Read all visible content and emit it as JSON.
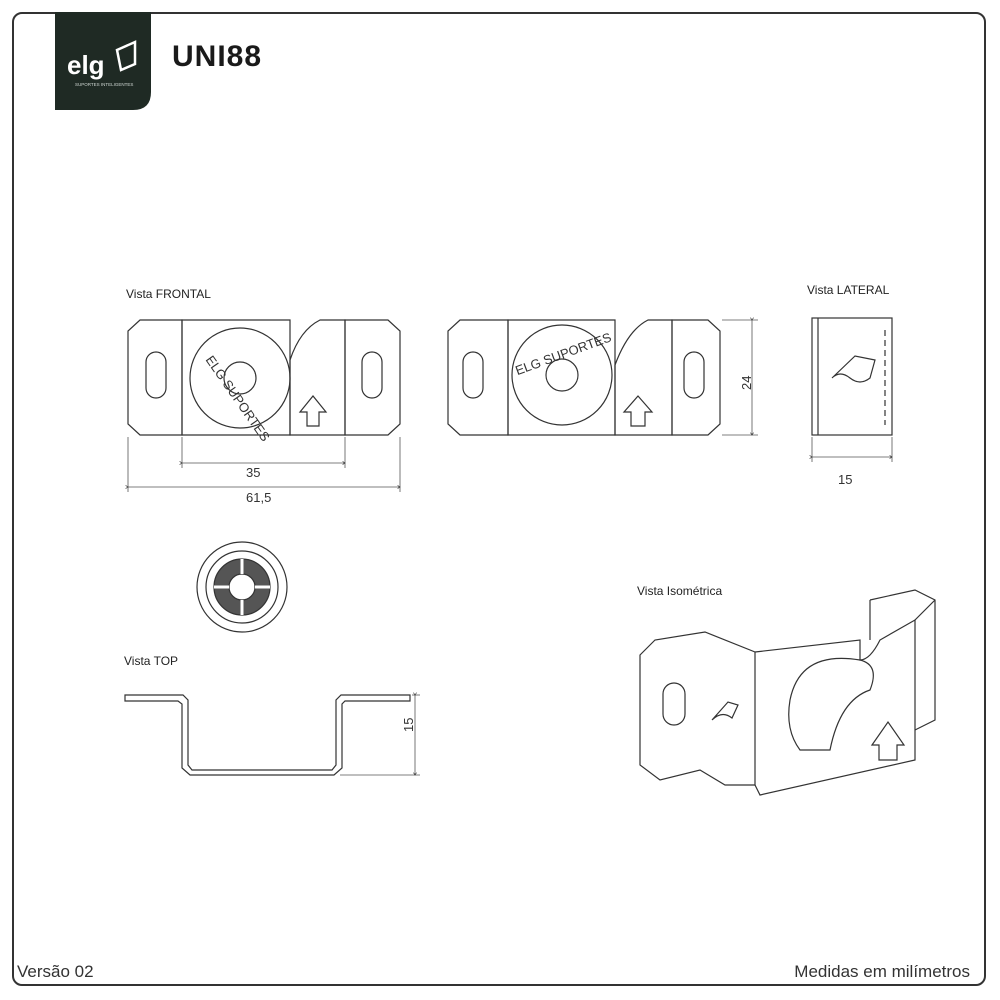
{
  "header": {
    "logo_text": "elg",
    "logo_subtext": "SUPORTES INTELIGENTES",
    "model": "UNI88"
  },
  "views": {
    "frontal_label": "Vista FRONTAL",
    "lateral_label": "Vista LATERAL",
    "top_label": "Vista TOP",
    "isometric_label": "Vista Isométrica"
  },
  "dimensions": {
    "inner_width": "35",
    "total_width": "61,5",
    "height": "24",
    "lateral_depth": "15",
    "top_depth": "15"
  },
  "engraving": {
    "washer_text": "ELG SUPORTES"
  },
  "footer": {
    "version": "Versão 02",
    "units_note": "Medidas em milímetros"
  },
  "colors": {
    "logo_bg": "#1f2a24",
    "line": "#333333"
  }
}
